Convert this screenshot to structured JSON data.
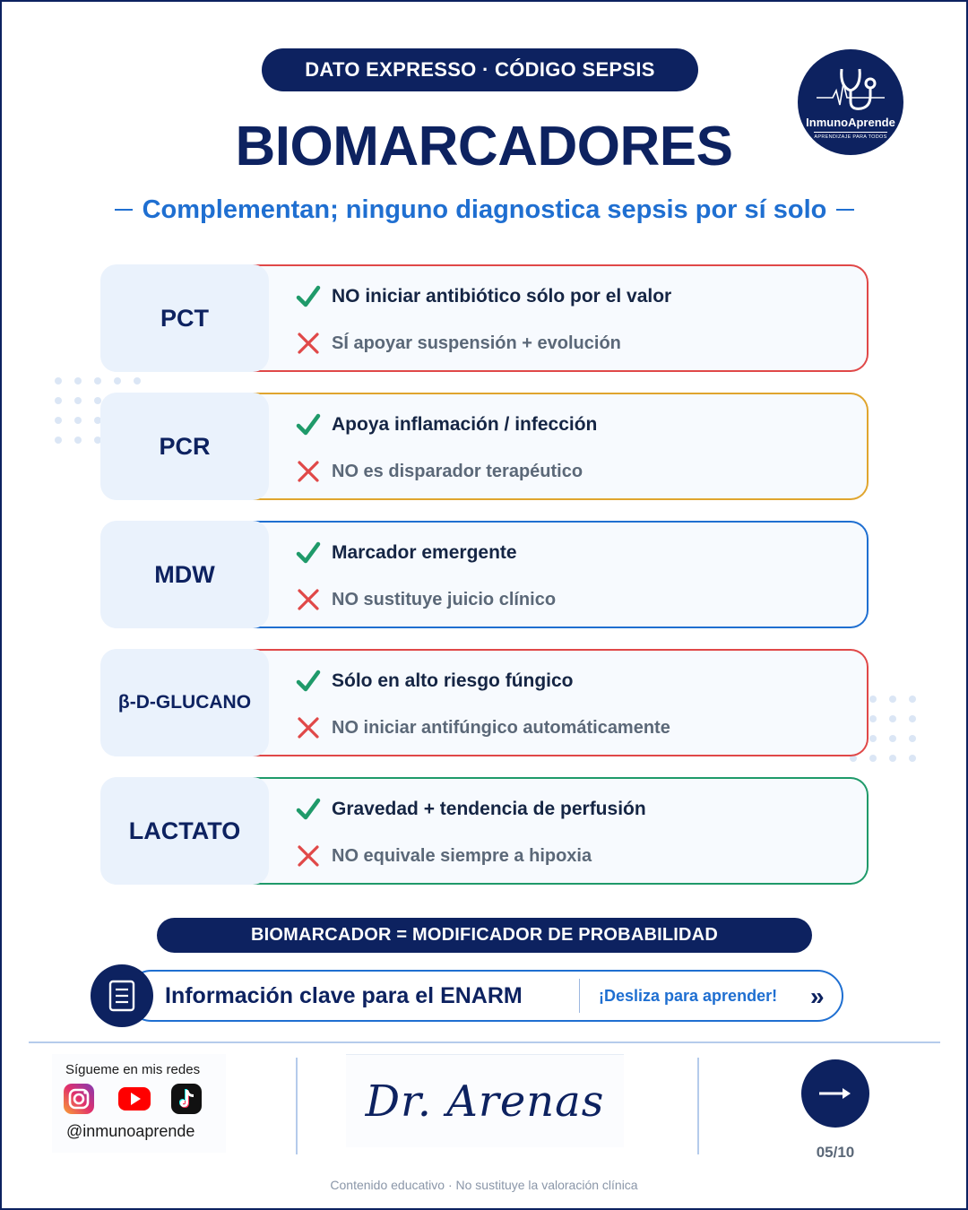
{
  "header": {
    "badge": "DATO EXPRESSO · CÓDIGO SEPSIS"
  },
  "logo": {
    "name": "InmunoAprende",
    "tagline": "APRENDIZAJE PARA TODOS",
    "icon": "stethoscope-icon"
  },
  "title": "BIOMARCADORES",
  "subtitle": "Complementan; ninguno diagnostica sepsis por sí solo",
  "colors": {
    "navy": "#0d2260",
    "blue": "#1f6fd1",
    "red": "#e04848",
    "orange": "#e0a52e",
    "green": "#1f9a6a",
    "check": "#1f9a6a",
    "cross": "#e04848"
  },
  "cards": [
    {
      "label": "PCT",
      "border": "#e04848",
      "pro": "NO iniciar antibiótico sólo por el valor",
      "con": "SÍ apoyar suspensión + evolución"
    },
    {
      "label": "PCR",
      "border": "#e0a52e",
      "pro": "Apoya inflamación / infección",
      "con": "NO es disparador terapéutico"
    },
    {
      "label": "MDW",
      "border": "#1f6fd1",
      "pro": "Marcador emergente",
      "con": "NO sustituye juicio clínico"
    },
    {
      "label": "β-D-GLUCANO",
      "border": "#e04848",
      "pro": "Sólo en alto riesgo fúngico",
      "con": "NO iniciar antifúngico automáticamente"
    },
    {
      "label": "LACTATO",
      "border": "#1f9a6a",
      "pro": "Gravedad + tendencia de perfusión",
      "con": "NO equivale siempre a hipoxia"
    }
  ],
  "summary": "BIOMARCADOR = MODIFICADOR DE PROBABILIDAD",
  "enarm": {
    "text": "Información clave para el ENARM",
    "cta": "¡Desliza para aprender!",
    "arrow": "»",
    "icon": "document-icon"
  },
  "social": {
    "follow": "Sígueme en mis redes",
    "handle": "@inmunoaprende",
    "icons": [
      "instagram-icon",
      "youtube-icon",
      "tiktok-icon"
    ]
  },
  "signature": "Dr. Arenas",
  "pagination": {
    "current": "05/10",
    "icon": "arrow-right-icon"
  },
  "disclaimer": "Contenido educativo · No sustituye la valoración clínica"
}
